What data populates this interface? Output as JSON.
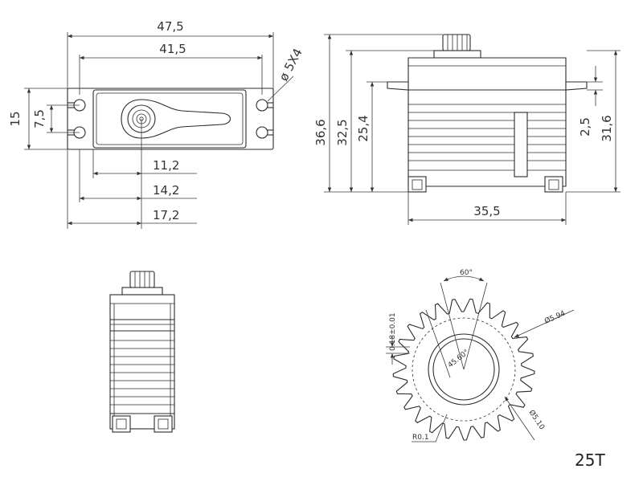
{
  "top_view": {
    "dims": {
      "overall_length": "47,5",
      "hole_spacing": "41,5",
      "hole_diameter": "ø 5X4",
      "height": "15",
      "hole_pitch": "7,5",
      "shaft_offset_1": "11,2",
      "shaft_offset_2": "14,2",
      "shaft_offset_3": "17,2"
    }
  },
  "side_view": {
    "dims": {
      "total_height": "36,6",
      "body_height": "32,5",
      "mount_height": "25,4",
      "flange_thickness": "2,5",
      "upper_height": "31,6",
      "body_width": "35,5"
    }
  },
  "spline_view": {
    "dims": {
      "angle": "60°",
      "outer_diameter": "Ø5.94",
      "inner_angle": "45.60°",
      "tooth_tolerance": "0.18±0.01",
      "root_diameter": "Ø5.10",
      "radius": "R0.1"
    },
    "tooth_count": 25,
    "label": "25T"
  }
}
